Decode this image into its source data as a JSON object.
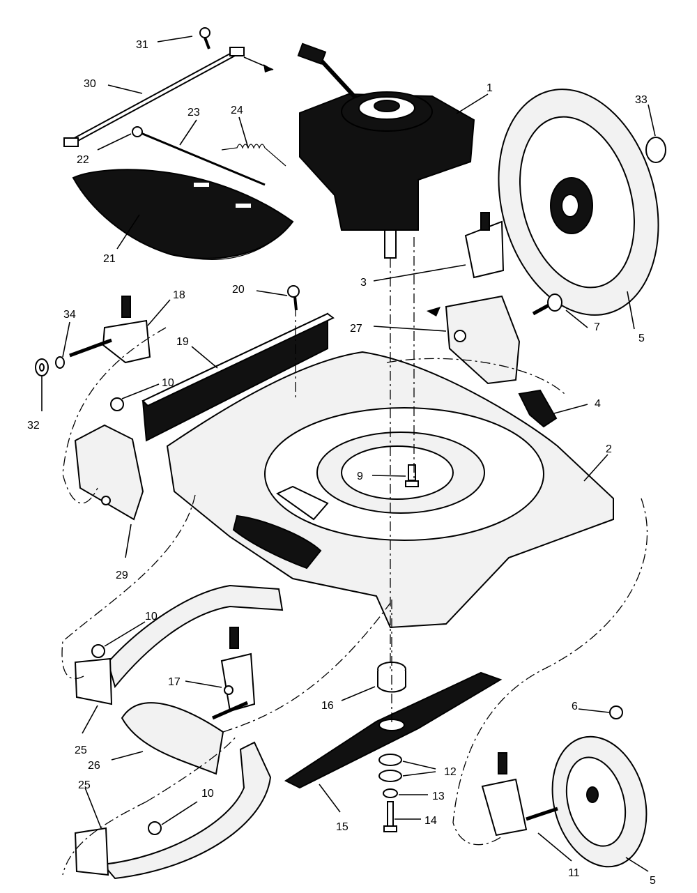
{
  "diagram": {
    "type": "exploded-parts-view",
    "callouts": [
      {
        "id": "1",
        "label": "1"
      },
      {
        "id": "2",
        "label": "2"
      },
      {
        "id": "3",
        "label": "3"
      },
      {
        "id": "4",
        "label": "4"
      },
      {
        "id": "5a",
        "label": "5"
      },
      {
        "id": "5b",
        "label": "5"
      },
      {
        "id": "6",
        "label": "6"
      },
      {
        "id": "7",
        "label": "7"
      },
      {
        "id": "9",
        "label": "9"
      },
      {
        "id": "10a",
        "label": "10"
      },
      {
        "id": "10b",
        "label": "10"
      },
      {
        "id": "10c",
        "label": "10"
      },
      {
        "id": "11",
        "label": "11"
      },
      {
        "id": "12",
        "label": "12"
      },
      {
        "id": "13",
        "label": "13"
      },
      {
        "id": "14",
        "label": "14"
      },
      {
        "id": "15",
        "label": "15"
      },
      {
        "id": "16",
        "label": "16"
      },
      {
        "id": "17",
        "label": "17"
      },
      {
        "id": "18",
        "label": "18"
      },
      {
        "id": "19",
        "label": "19"
      },
      {
        "id": "20",
        "label": "20"
      },
      {
        "id": "21",
        "label": "21"
      },
      {
        "id": "22",
        "label": "22"
      },
      {
        "id": "23",
        "label": "23"
      },
      {
        "id": "24",
        "label": "24"
      },
      {
        "id": "25a",
        "label": "25"
      },
      {
        "id": "25b",
        "label": "25"
      },
      {
        "id": "26",
        "label": "26"
      },
      {
        "id": "27",
        "label": "27"
      },
      {
        "id": "29",
        "label": "29"
      },
      {
        "id": "30",
        "label": "30"
      },
      {
        "id": "31",
        "label": "31"
      },
      {
        "id": "32",
        "label": "32"
      },
      {
        "id": "33",
        "label": "33"
      },
      {
        "id": "34",
        "label": "34"
      }
    ]
  }
}
